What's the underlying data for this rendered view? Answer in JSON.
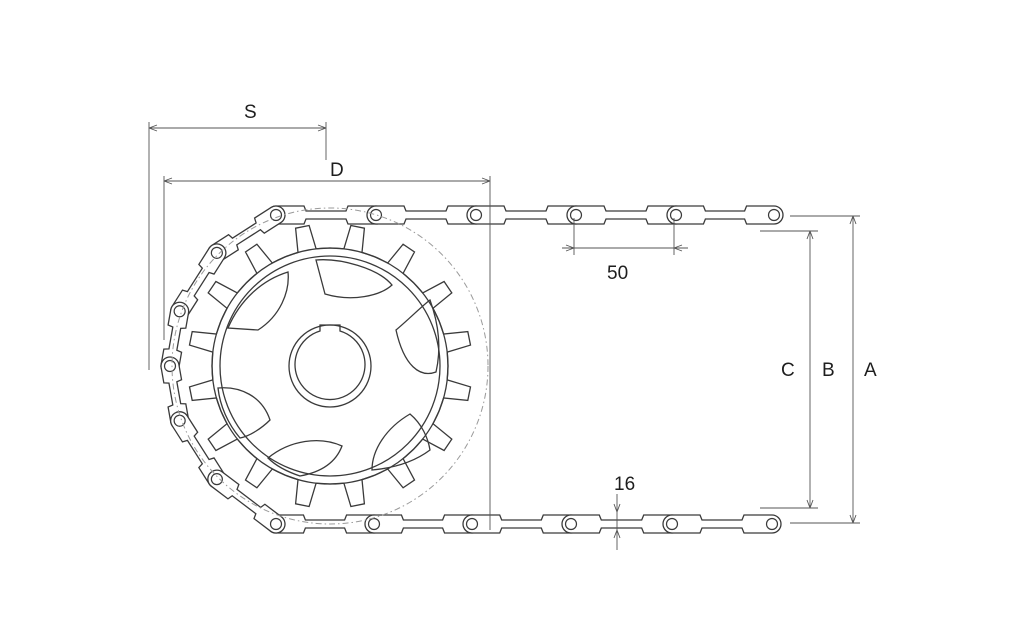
{
  "dimensions": {
    "s_label": "S",
    "d_label": "D",
    "pitch_label": "50",
    "thickness_label": "16",
    "c_label": "C",
    "b_label": "B",
    "a_label": "A"
  },
  "colors": {
    "line": "#3a3a3a",
    "pitch_circle": "#9a9a9a",
    "text": "#1e1e1e",
    "background": "#ffffff"
  }
}
